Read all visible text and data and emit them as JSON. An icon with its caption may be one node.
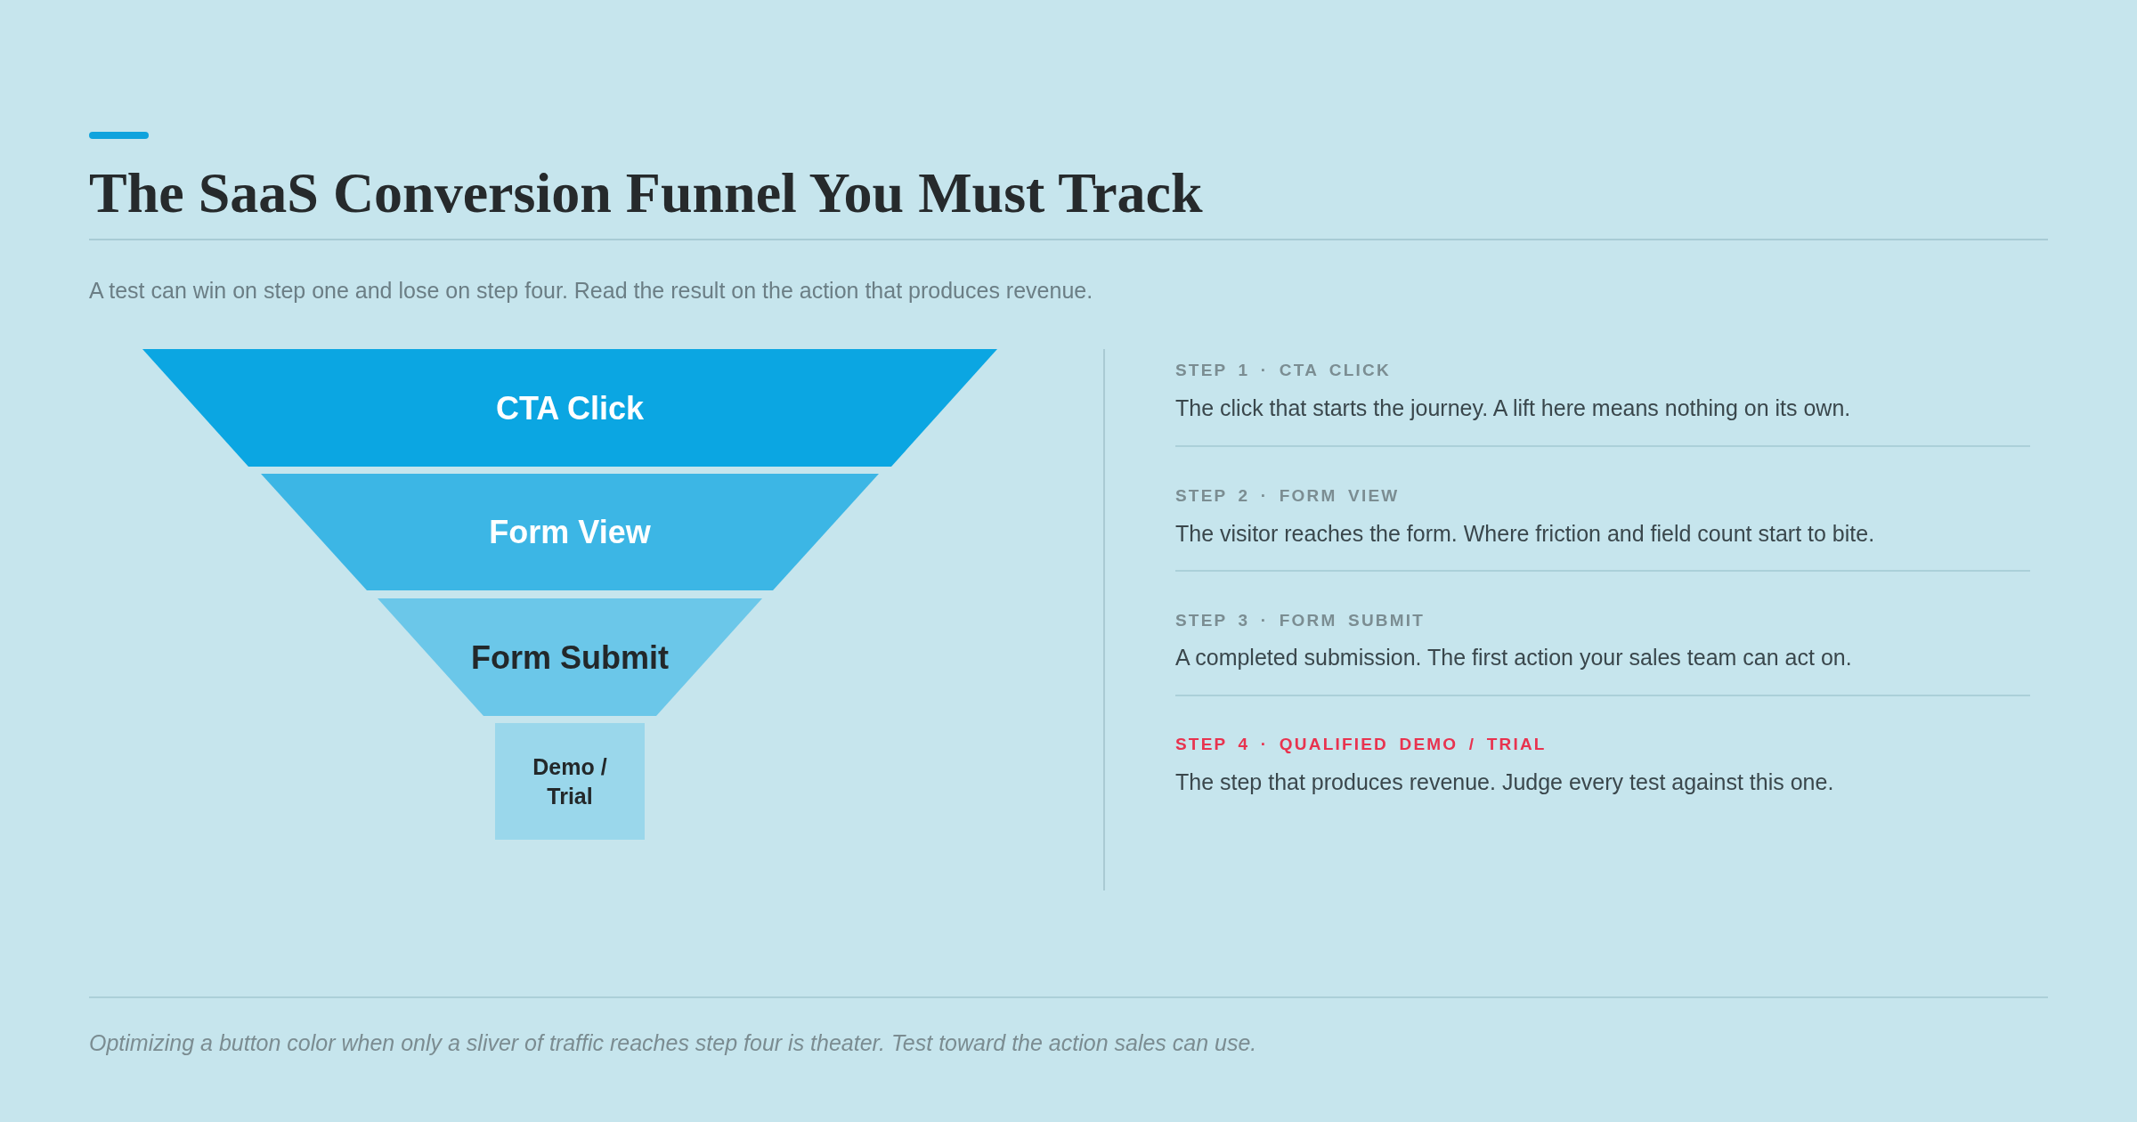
{
  "diagram": {
    "title": "The SaaS Conversion Funnel You Must Track",
    "nodes": [
      {
        "text": [
          "CTA Click"
        ]
      },
      {
        "text": [
          "Form View"
        ]
      },
      {
        "text": [
          "Form Submit"
        ]
      },
      {
        "text": [
          "Demo / Trial"
        ]
      }
    ],
    "labels": [
      "A test can win on step one and lose on step four. Read the result on the action that produces revenue.",
      "STEP 1 · CTA CLICK",
      "The click that starts the journey. A lift here means nothing on its own.",
      "STEP 2 · FORM VIEW",
      "The visitor reaches the form. Where friction and field count start to bite.",
      "STEP 3 · FORM SUBMIT",
      "A completed submission. The first action your sales team can act on.",
      "STEP 4 · QUALIFIED DEMO / TRIAL",
      "The step that produces revenue. Judge every test against this one.",
      "Optimizing a button color when only a sliver of traffic reaches step four is theater. Test toward the action sales can use."
    ]
  }
}
